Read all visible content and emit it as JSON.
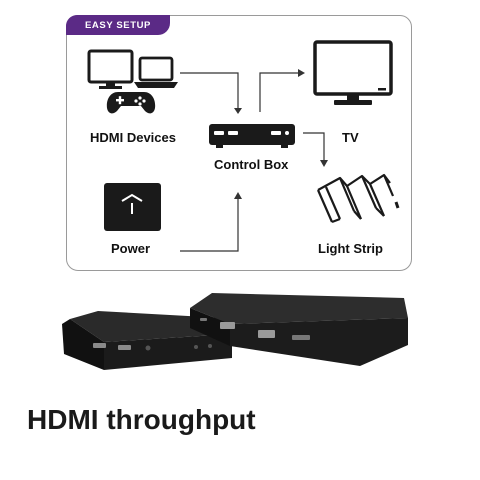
{
  "badge": "EASY SETUP",
  "labels": {
    "hdmi_devices": "HDMI Devices",
    "tv": "TV",
    "control_box": "Control Box",
    "power": "Power",
    "light_strip": "Light Strip"
  },
  "title": "HDMI throughput",
  "colors": {
    "accent": "#5b2a86",
    "device": "#1a1a1a"
  }
}
